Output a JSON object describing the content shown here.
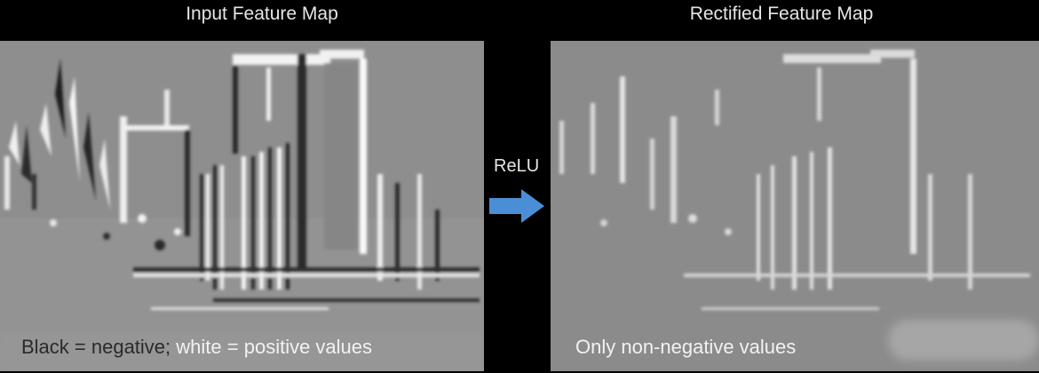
{
  "titles": {
    "input": "Input Feature Map",
    "rectified": "Rectified Feature Map"
  },
  "arrow": {
    "label": "ReLU",
    "color": "#4a8fd6"
  },
  "captions": {
    "input_negative": "Black = negative;",
    "input_positive": "white = positive values",
    "rectified": "Only non-negative values"
  }
}
